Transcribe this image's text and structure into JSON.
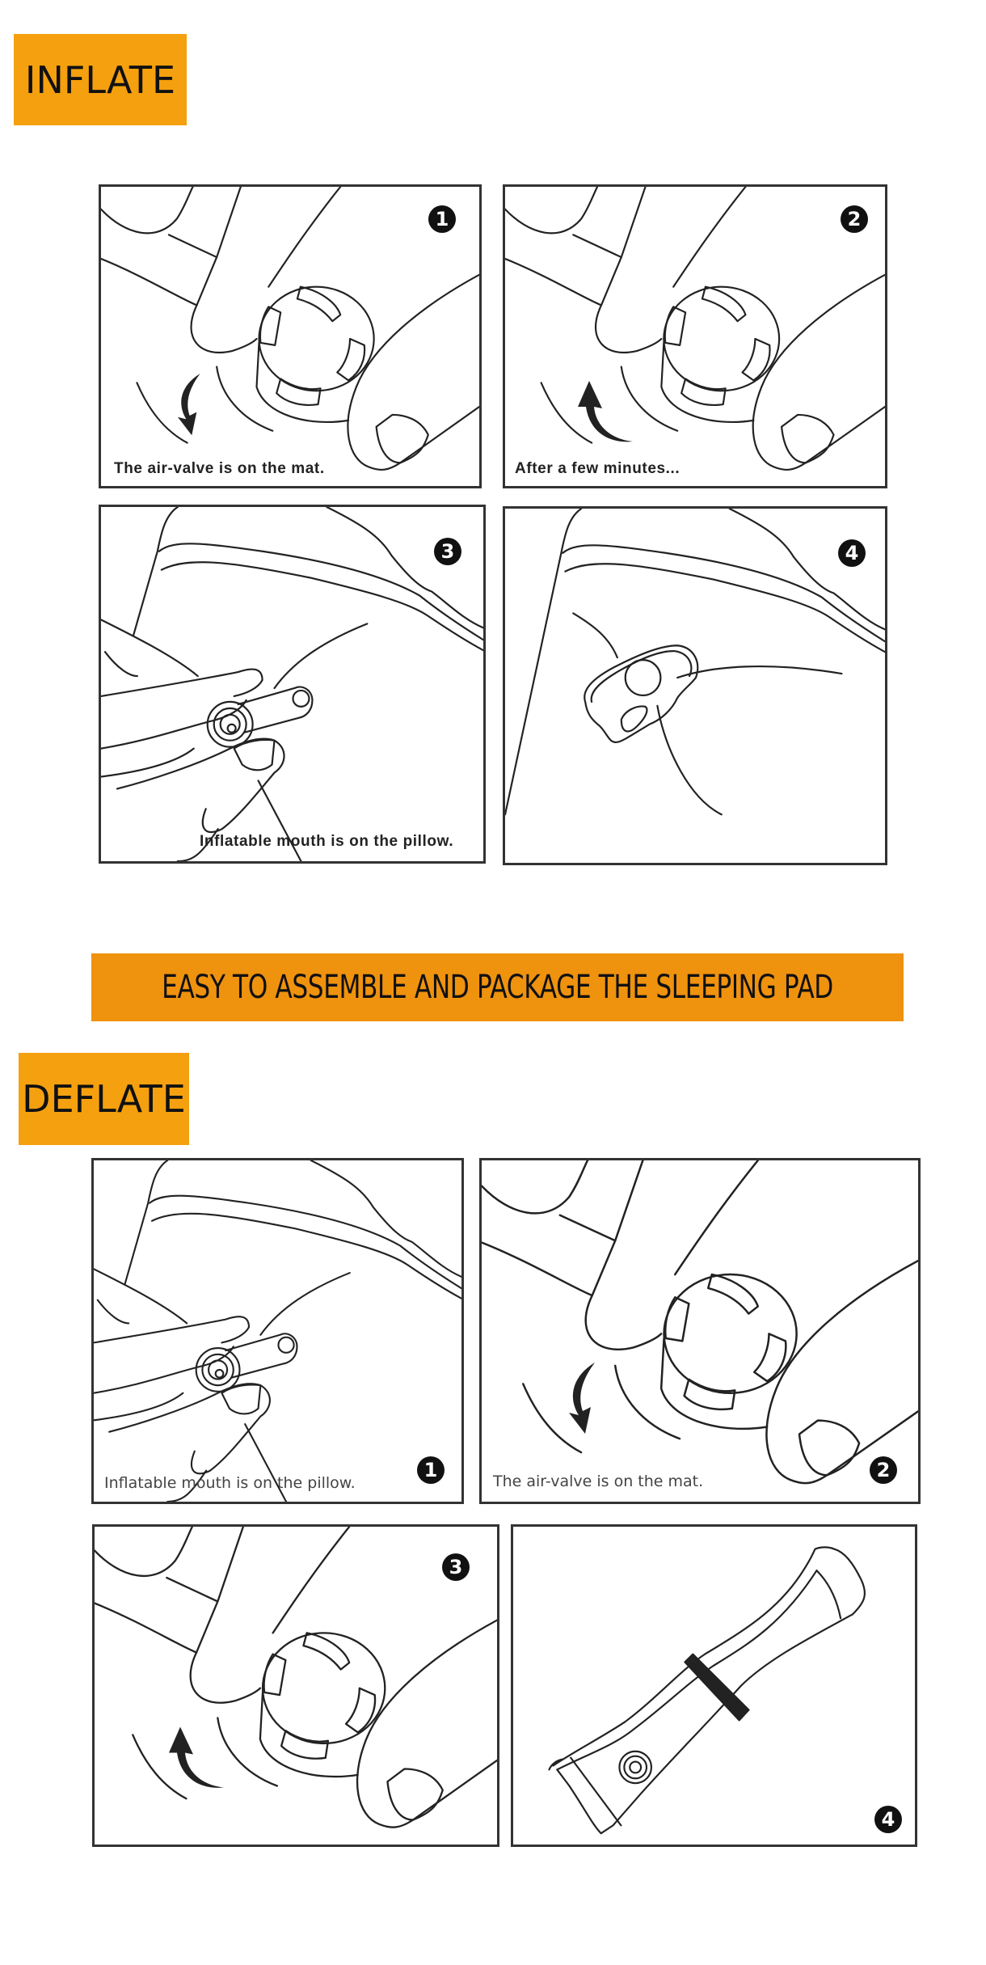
{
  "sections": {
    "inflate": {
      "title": "INFLATE",
      "steps": [
        {
          "number": "1",
          "caption": "The air-valve is on the mat.",
          "illustration": "finger-rotating-valve-clockwise",
          "arrow": "down"
        },
        {
          "number": "2",
          "caption": "After a few minutes...",
          "illustration": "finger-rotating-valve-counterclockwise",
          "arrow": "up"
        },
        {
          "number": "3",
          "caption": "Inflatable mouth is on the pillow.",
          "illustration": "hand-holding-pillow-valve"
        },
        {
          "number": "4",
          "caption": "",
          "illustration": "closed-pillow-valve-cap"
        }
      ]
    },
    "banner": {
      "text": "EASY TO ASSEMBLE AND PACKAGE THE SLEEPING PAD"
    },
    "deflate": {
      "title": "DEFLATE",
      "steps": [
        {
          "number": "1",
          "caption": "Inflatable mouth is on the pillow.",
          "illustration": "hand-holding-pillow-valve"
        },
        {
          "number": "2",
          "caption": "The air-valve is on the mat.",
          "illustration": "finger-rotating-valve-clockwise",
          "arrow": "down"
        },
        {
          "number": "3",
          "caption": "",
          "illustration": "finger-rotating-valve-counterclockwise",
          "arrow": "up"
        },
        {
          "number": "4",
          "caption": "",
          "illustration": "rolled-sleeping-pad-with-strap"
        }
      ]
    }
  },
  "colors": {
    "label_orange": "#f5a00f",
    "banner_orange": "#ef920e",
    "line": "#222222",
    "badge": "#111111"
  }
}
